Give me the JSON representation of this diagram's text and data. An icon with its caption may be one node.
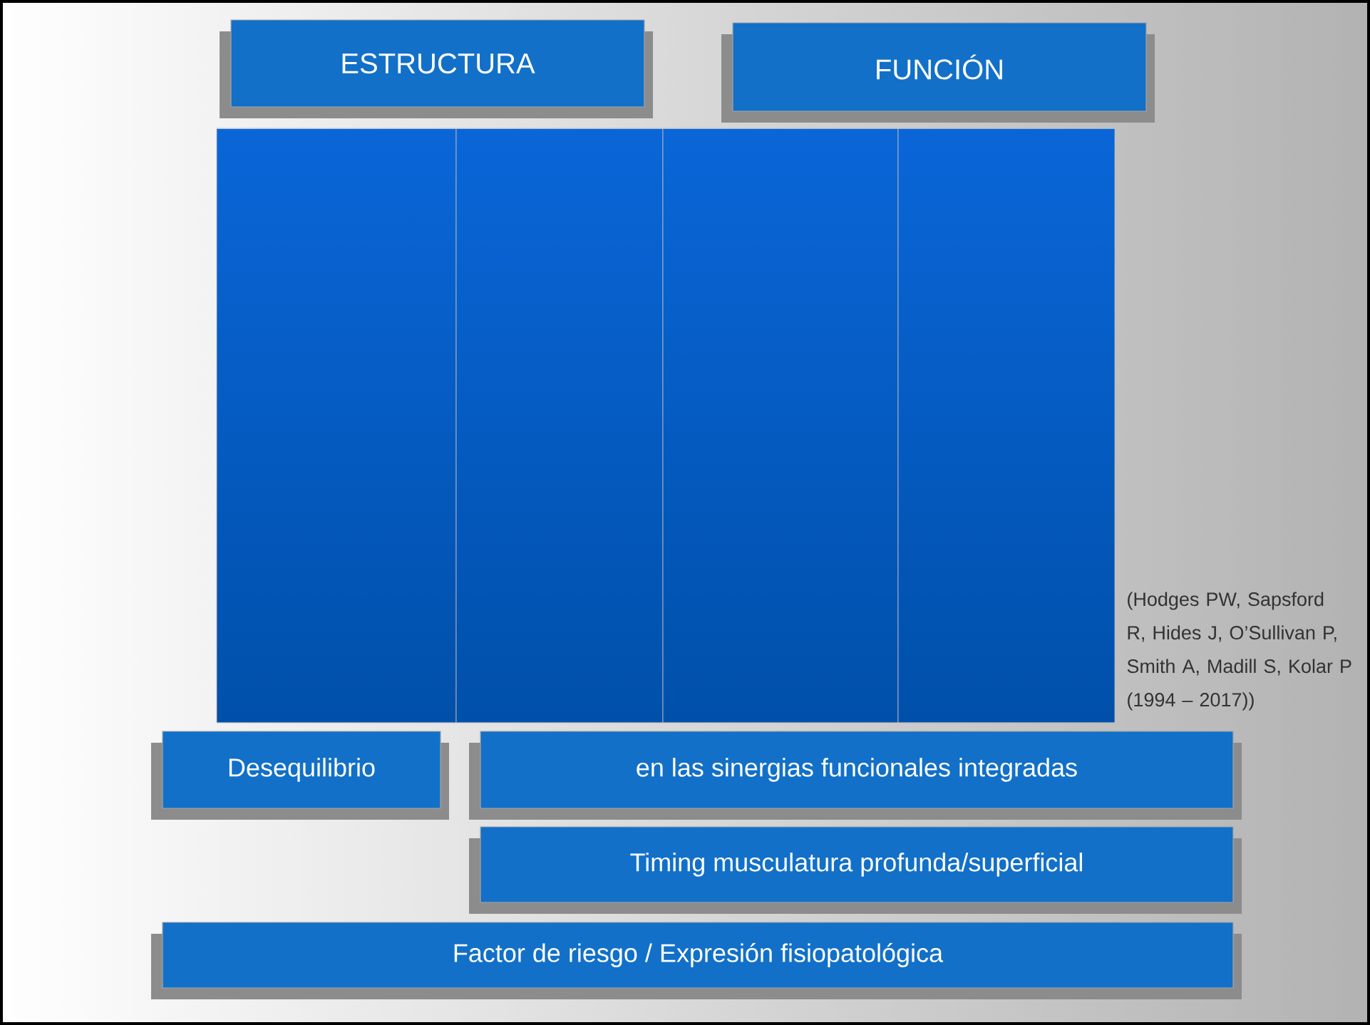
{
  "diagram": {
    "nodes": [
      {
        "text": [
          "ESTRUCTURA"
        ]
      },
      {
        "text": [
          "FUNCIÓN"
        ]
      },
      {
        "text": [],
        "shape": "box"
      },
      {
        "text": [],
        "shape": "box"
      },
      {
        "text": [],
        "shape": "box"
      },
      {
        "text": [],
        "shape": "box"
      },
      {
        "text": [
          "Desequilibrio"
        ]
      },
      {
        "text": [
          "en las sinergias funcionales integradas"
        ]
      },
      {
        "text": [
          "Timing musculatura profunda/superficial"
        ]
      },
      {
        "text": [
          "Factor de riesgo / Expresión fisiopatológica"
        ]
      }
    ],
    "labels": [
      "(Hodges PW, Sapsford R, Hides J, O’Sullivan P, Smith A, Madill S, Kolar P (1994 – 2017))"
    ]
  }
}
